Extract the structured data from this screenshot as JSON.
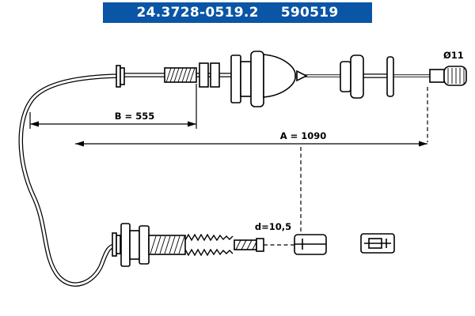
{
  "header": {
    "part_number": "24.3728-0519.2",
    "catalog_number": "590519"
  },
  "labels": {
    "dim_b": "B = 555",
    "dim_a": "A = 1090",
    "dim_d": "d=10,5",
    "dim_diameter": "Ø11"
  },
  "colors": {
    "header_bar": "#0a55a5",
    "header_text": "#ffffff",
    "line": "#000000",
    "background": "#ffffff"
  }
}
